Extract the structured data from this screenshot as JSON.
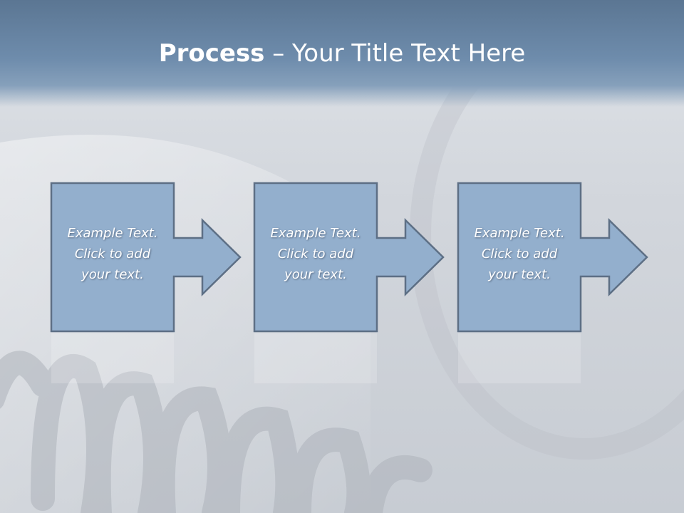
{
  "slide": {
    "title_bold": "Process",
    "title_rest": " – Your Title Text Here"
  },
  "steps": [
    {
      "line1": "Example Text.",
      "line2": "Click  to add",
      "line3": "your text."
    },
    {
      "line1": "Example Text.",
      "line2": "Click  to add",
      "line3": "your text."
    },
    {
      "line1": "Example Text.",
      "line2": "Click  to add",
      "line3": "your text."
    }
  ],
  "colors": {
    "box_fill": "#93afcd",
    "box_stroke": "#5d6f85",
    "header": "#6a88a8"
  }
}
